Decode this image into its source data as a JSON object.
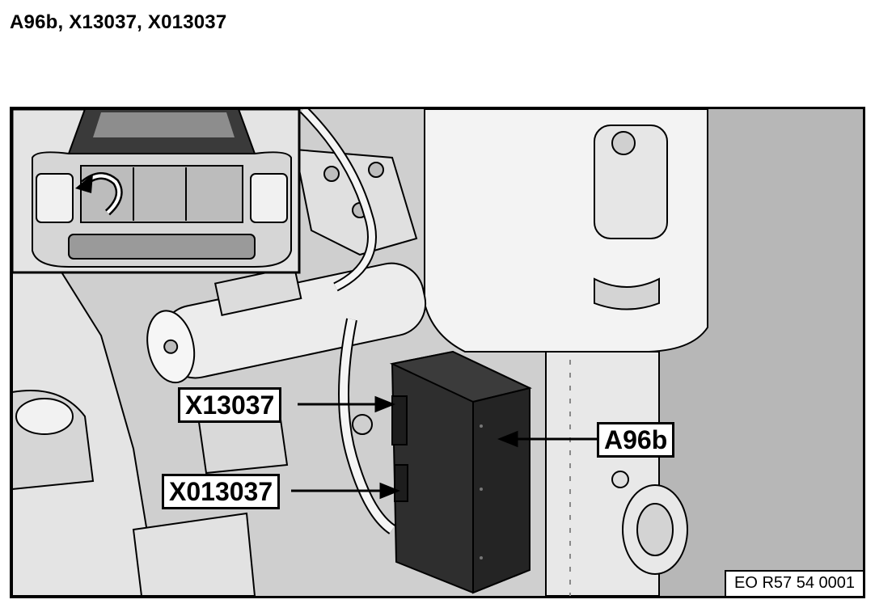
{
  "page": {
    "title": "A96b, X13037, X013037"
  },
  "figure": {
    "code": "EO R57 54 0001",
    "callouts": {
      "x13037": "X13037",
      "x013037": "X013037",
      "a96b": "A96b"
    },
    "icons": {
      "inset": "car-rear-trunk-open-icon",
      "rotate": "rotate-arrow-icon"
    },
    "colors": {
      "background": "#c9c9c9",
      "module": "#2a2a2a",
      "outline": "#000000"
    }
  }
}
